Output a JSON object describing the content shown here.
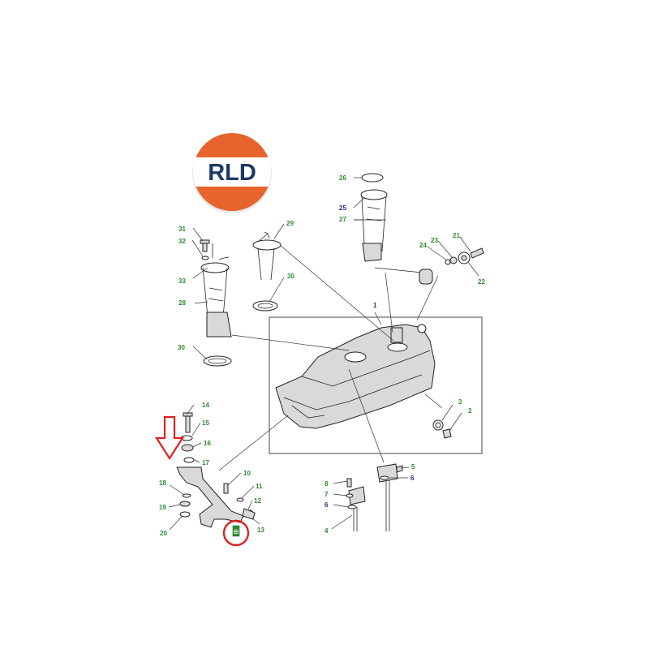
{
  "logo": {
    "text": "RLD",
    "colors": {
      "orange": "#e8642c",
      "navy": "#1d3a66",
      "band": "#ffffff"
    }
  },
  "highlight": {
    "arrow_color": "#e02020",
    "circle_color": "#e02020",
    "marker_glyph": "⊞"
  },
  "callouts": [
    {
      "id": "c1",
      "label": "1",
      "color": "blue"
    },
    {
      "id": "c2",
      "label": "2",
      "color": "green"
    },
    {
      "id": "c3",
      "label": "3",
      "color": "green"
    },
    {
      "id": "c4",
      "label": "4",
      "color": "green"
    },
    {
      "id": "c5",
      "label": "5",
      "color": "green"
    },
    {
      "id": "c6a",
      "label": "6",
      "color": "blue"
    },
    {
      "id": "c6b",
      "label": "6",
      "color": "blue"
    },
    {
      "id": "c7",
      "label": "7",
      "color": "green"
    },
    {
      "id": "c8",
      "label": "8",
      "color": "green"
    },
    {
      "id": "c10",
      "label": "10",
      "color": "green"
    },
    {
      "id": "c11",
      "label": "11",
      "color": "green"
    },
    {
      "id": "c12",
      "label": "12",
      "color": "green"
    },
    {
      "id": "c13",
      "label": "13",
      "color": "green"
    },
    {
      "id": "c14",
      "label": "14",
      "color": "green"
    },
    {
      "id": "c15",
      "label": "15",
      "color": "green"
    },
    {
      "id": "c16",
      "label": "16",
      "color": "green"
    },
    {
      "id": "c17",
      "label": "17",
      "color": "green"
    },
    {
      "id": "c18",
      "label": "18",
      "color": "green"
    },
    {
      "id": "c19",
      "label": "19",
      "color": "green"
    },
    {
      "id": "c20",
      "label": "20",
      "color": "green"
    },
    {
      "id": "c21",
      "label": "21",
      "color": "green"
    },
    {
      "id": "c22",
      "label": "22",
      "color": "green"
    },
    {
      "id": "c23",
      "label": "23",
      "color": "green"
    },
    {
      "id": "c24",
      "label": "24",
      "color": "green"
    },
    {
      "id": "c25",
      "label": "25",
      "color": "blue"
    },
    {
      "id": "c26",
      "label": "26",
      "color": "green"
    },
    {
      "id": "c27",
      "label": "27",
      "color": "green"
    },
    {
      "id": "c28",
      "label": "28",
      "color": "green"
    },
    {
      "id": "c29",
      "label": "29",
      "color": "green"
    },
    {
      "id": "c30a",
      "label": "30",
      "color": "green"
    },
    {
      "id": "c30b",
      "label": "30",
      "color": "green"
    },
    {
      "id": "c31",
      "label": "31",
      "color": "green"
    },
    {
      "id": "c32",
      "label": "32",
      "color": "green"
    },
    {
      "id": "c33",
      "label": "33",
      "color": "green"
    }
  ]
}
